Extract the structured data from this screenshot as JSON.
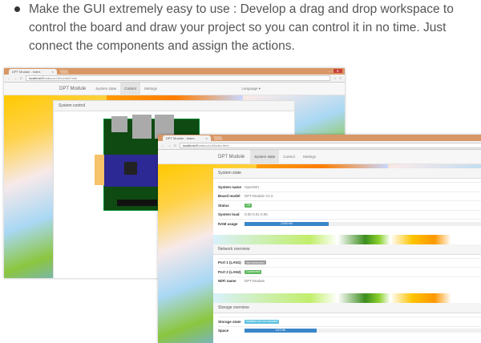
{
  "bullet_text": "Make the GUI extremely easy to use : Develop a drag and drop workspace to control the board and draw your project so you can control it in no time. Just connect the components and assign the actions.",
  "window1": {
    "tab": "DPT Module - Index",
    "close": "×",
    "url_host": "localhost",
    "url_path": "/Breakout-UI/control.html",
    "nav": {
      "brand": "DPT Module",
      "items": [
        "System state",
        "Control",
        "Settings"
      ],
      "language": "Language ▾"
    },
    "panel_title": "System control"
  },
  "window2": {
    "tab": "DPT Module - Index",
    "close": "×",
    "url_host": "localhost",
    "url_path": "/Breakout-UI/index.html",
    "nav": {
      "brand": "DPT Module",
      "items": [
        "System state",
        "Control",
        "Settings"
      ]
    },
    "system_state": {
      "title": "System state",
      "rows": [
        {
          "k": "System name",
          "v": "OpenWrt"
        },
        {
          "k": "Board model",
          "v": "DPT-Module V1.0"
        },
        {
          "k": "Status",
          "v": "ON"
        },
        {
          "k": "System load",
          "v": "0.00 0.01 0.05"
        },
        {
          "k": "RAM usage",
          "v": "21/60 Mb"
        }
      ],
      "ram_fraction": 0.35
    },
    "network": {
      "title": "Network overview",
      "rows": [
        {
          "k": "Port 1 (LAN1)",
          "v": "Not connected"
        },
        {
          "k": "Port 2 (LAN2)",
          "v": "Connected"
        },
        {
          "k": "WiFi name",
          "v": "DPT-Module"
        }
      ]
    },
    "storage": {
      "title": "Storage overview",
      "rows": [
        {
          "k": "Storage state",
          "v": "Installed but not mounted"
        },
        {
          "k": "Space",
          "v": "4/13 Mb"
        }
      ],
      "space_fraction": 0.3
    }
  },
  "colors": {
    "accent": "#3a86c8",
    "success": "#5cb85c",
    "gray": "#999999",
    "info": "#5bc0de",
    "titlebar": "#d89766"
  }
}
